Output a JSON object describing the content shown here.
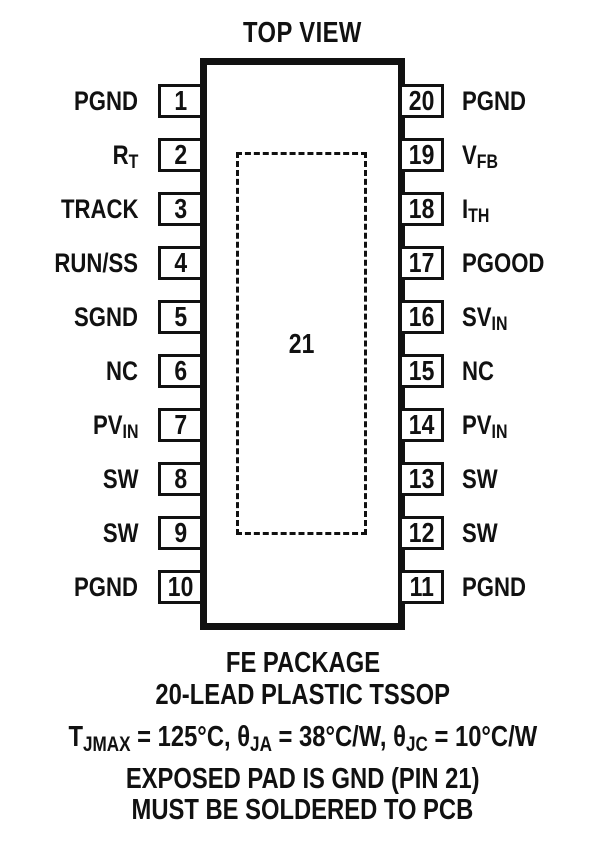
{
  "title": "TOP VIEW",
  "package": {
    "center_pad_number": "21"
  },
  "pins": {
    "left": [
      {
        "num": "1",
        "label": "PGND"
      },
      {
        "num": "2",
        "label": "R_{T}"
      },
      {
        "num": "3",
        "label": "TRACK"
      },
      {
        "num": "4",
        "label": "RUN/SS"
      },
      {
        "num": "5",
        "label": "SGND"
      },
      {
        "num": "6",
        "label": "NC"
      },
      {
        "num": "7",
        "label": "PV_{IN}"
      },
      {
        "num": "8",
        "label": "SW"
      },
      {
        "num": "9",
        "label": "SW"
      },
      {
        "num": "10",
        "label": "PGND"
      }
    ],
    "right": [
      {
        "num": "20",
        "label": "PGND"
      },
      {
        "num": "19",
        "label": "V_{FB}"
      },
      {
        "num": "18",
        "label": "I_{TH}"
      },
      {
        "num": "17",
        "label": "PGOOD"
      },
      {
        "num": "16",
        "label": "SV_{IN}"
      },
      {
        "num": "15",
        "label": "NC"
      },
      {
        "num": "14",
        "label": "PV_{IN}"
      },
      {
        "num": "13",
        "label": "SW"
      },
      {
        "num": "12",
        "label": "SW"
      },
      {
        "num": "11",
        "label": "PGND"
      }
    ]
  },
  "notes": [
    "FE PACKAGE",
    "20-LEAD PLASTIC TSSOP",
    "T_{JMAX} = 125°C, θ_{JA} = 38°C/W, θ_{JC} = 10°C/W",
    "EXPOSED PAD IS GND (PIN 21)",
    "MUST BE SOLDERED TO PCB"
  ],
  "colors": {
    "ink": "#111111",
    "background": "#ffffff"
  }
}
